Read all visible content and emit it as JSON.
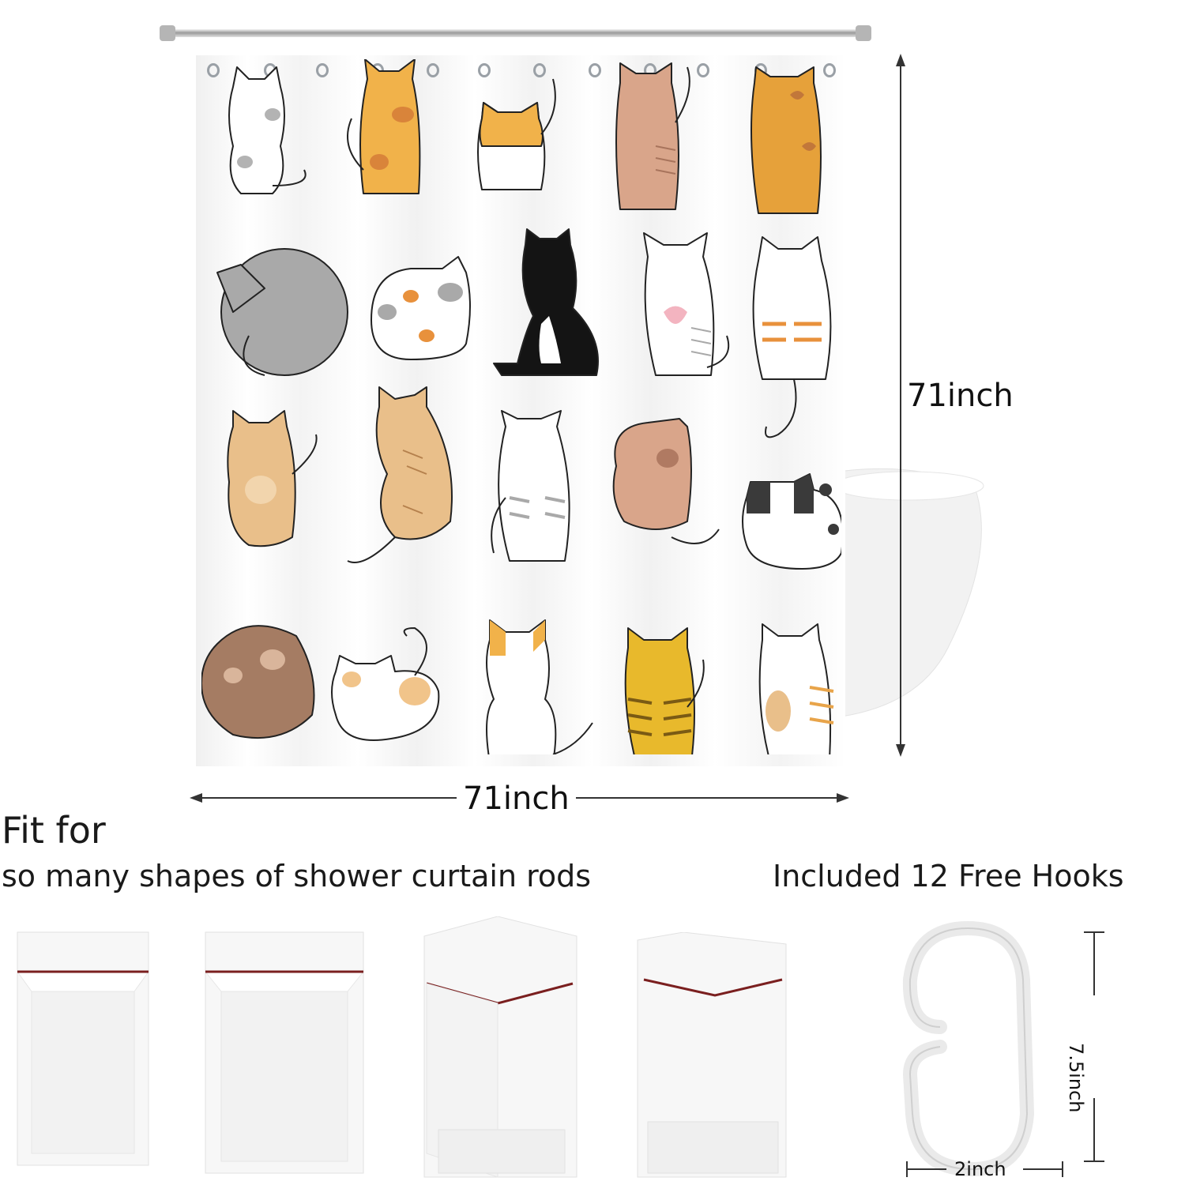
{
  "dimensions": {
    "height_label": "71inch",
    "width_label": "71inch"
  },
  "headline": {
    "fit_title": "Fit for",
    "fit_subtitle": "so many shapes of shower curtain rods",
    "hooks_title": "Included 12 Free Hooks"
  },
  "hook": {
    "height_label": "7.5inch",
    "width_label": "2inch"
  },
  "rod_shapes": [
    "straight-rod-icon",
    "straight-rod-icon",
    "corner-rod-icon",
    "corner-rod-icon"
  ],
  "colors": {
    "orange": "#f1b24a",
    "orange_dark": "#d9843a",
    "tan": "#e9bf8a",
    "pink_tan": "#d9a58a",
    "gray": "#a9a9a9",
    "brown": "#a57c63",
    "yellow": "#e8b92c",
    "black": "#141414",
    "rod_red": "#7a1f1f"
  }
}
